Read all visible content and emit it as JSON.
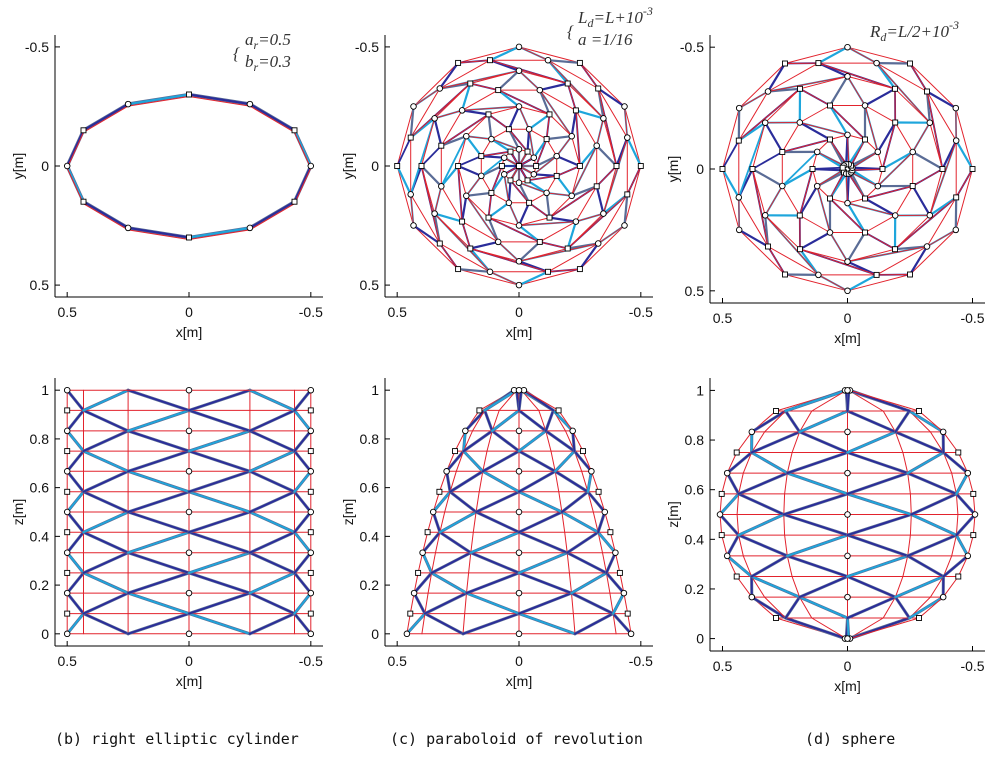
{
  "captions": {
    "b": "(b)  right elliptic cylinder",
    "c": "(c)  paraboloid of revolution",
    "d": "(d)  sphere"
  },
  "colors": {
    "red": "#e2232d",
    "navy": "#2a2c9a",
    "cyan": "#1ea6dc",
    "slate": "#5a6c96",
    "node": "#000000"
  },
  "chart_data": [
    {
      "id": "b-top",
      "type": "scatter",
      "shape": "ellipse",
      "view": "top",
      "xlabel": "x[m]",
      "ylabel": "y[m]",
      "xlim": [
        0.55,
        -0.55
      ],
      "ylim": [
        -0.55,
        0.55
      ],
      "xticks": [
        0.5,
        0,
        -0.5
      ],
      "yticks": [
        -0.5,
        0,
        0.5
      ],
      "xtick_labels": [
        "0.5",
        "0",
        "-0.5"
      ],
      "ytick_labels": [
        "-0.5",
        "0",
        "0.5"
      ],
      "annotation": [
        "a",
        "r",
        "=0.5",
        "b",
        "r",
        "=0.3"
      ],
      "params": {
        "a": 0.5,
        "b": 0.3,
        "n": 12
      }
    },
    {
      "id": "c-top",
      "type": "scatter",
      "shape": "polygon-rings",
      "view": "top",
      "xlabel": "x[m]",
      "ylabel": "y[m]",
      "xlim": [
        0.55,
        -0.55
      ],
      "ylim": [
        -0.55,
        0.55
      ],
      "xticks": [
        0.5,
        0,
        -0.5
      ],
      "yticks": [
        -0.5,
        0,
        0.5
      ],
      "xtick_labels": [
        "0.5",
        "0",
        "-0.5"
      ],
      "ytick_labels": [
        "-0.5",
        "0",
        "0.5"
      ],
      "annotation": [
        "L",
        "d",
        "=L+10",
        "-3",
        "a =1/16"
      ],
      "params": {
        "n": 12,
        "rings": [
          0.5,
          0.46,
          0.4,
          0.33,
          0.25,
          0.16,
          0.07,
          0.0
        ]
      }
    },
    {
      "id": "d-top",
      "type": "scatter",
      "shape": "polygon-rings",
      "view": "top",
      "xlabel": "x[m]",
      "ylabel": "y[m]",
      "xlim": [
        0.55,
        -0.55
      ],
      "ylim": [
        -0.55,
        0.55
      ],
      "xticks": [
        0.5,
        0,
        -0.5
      ],
      "yticks": [
        -0.5,
        0,
        0.5
      ],
      "xtick_labels": [
        "0.5",
        "0",
        "-0.5"
      ],
      "ytick_labels": [
        "-0.5",
        "0",
        "0.5"
      ],
      "annotation": [
        "R",
        "d",
        "=L/2+10",
        "-3"
      ],
      "params": {
        "n": 12,
        "rings": [
          0.5,
          0.45,
          0.38,
          0.27,
          0.14,
          0.02
        ]
      }
    },
    {
      "id": "b-side",
      "type": "scatter",
      "shape": "cylinder-side",
      "view": "side",
      "xlabel": "x[m]",
      "ylabel": "z[m]",
      "xlim": [
        0.55,
        -0.55
      ],
      "ylim": [
        -0.05,
        1.05
      ],
      "xticks": [
        0.5,
        0,
        -0.5
      ],
      "yticks": [
        0,
        0.2,
        0.4,
        0.6,
        0.8,
        1
      ],
      "xtick_labels": [
        "0.5",
        "0",
        "-0.5"
      ],
      "ytick_labels": [
        "0",
        "0.2",
        "0.4",
        "0.6",
        "0.8",
        "1"
      ],
      "params": {
        "levels": [
          0,
          0.083,
          0.167,
          0.25,
          0.333,
          0.417,
          0.5,
          0.583,
          0.667,
          0.75,
          0.833,
          0.917,
          1.0
        ],
        "columns": [
          0.5,
          0.433,
          0.25,
          0,
          -0.25,
          -0.433,
          -0.5
        ]
      }
    },
    {
      "id": "c-side",
      "type": "scatter",
      "shape": "paraboloid-side",
      "view": "side",
      "xlabel": "x[m]",
      "ylabel": "z[m]",
      "xlim": [
        0.55,
        -0.55
      ],
      "ylim": [
        -0.05,
        1.05
      ],
      "xticks": [
        0.5,
        0,
        -0.5
      ],
      "yticks": [
        0,
        0.2,
        0.4,
        0.6,
        0.8,
        1
      ],
      "xtick_labels": [
        "0.5",
        "0",
        "-0.5"
      ],
      "ytick_labels": [
        "0",
        "0.2",
        "0.4",
        "0.6",
        "0.8",
        "1"
      ],
      "params": {
        "levels": [
          0,
          0.083,
          0.167,
          0.25,
          0.333,
          0.417,
          0.5,
          0.583,
          0.667,
          0.75,
          0.833,
          0.917,
          1.0
        ]
      }
    },
    {
      "id": "d-side",
      "type": "scatter",
      "shape": "sphere-side",
      "view": "side",
      "xlabel": "x[m]",
      "ylabel": "z[m]",
      "xlim": [
        0.55,
        -0.55
      ],
      "ylim": [
        -0.05,
        1.05
      ],
      "xticks": [
        0.5,
        0,
        -0.5
      ],
      "yticks": [
        0,
        0.2,
        0.4,
        0.6,
        0.8,
        1
      ],
      "xtick_labels": [
        "0.5",
        "0",
        "-0.5"
      ],
      "ytick_labels": [
        "0",
        "0.2",
        "0.4",
        "0.6",
        "0.8",
        "1"
      ],
      "params": {
        "levels": [
          0,
          0.083,
          0.167,
          0.25,
          0.333,
          0.417,
          0.5,
          0.583,
          0.667,
          0.75,
          0.833,
          0.917,
          1.0
        ]
      }
    }
  ]
}
